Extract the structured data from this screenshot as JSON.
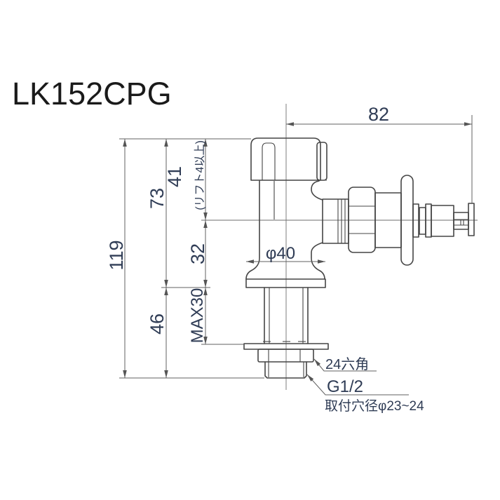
{
  "title": "LK152CPG",
  "drawing": {
    "type": "technical-dimension-drawing",
    "part": "single-lever self-closing faucet, side view",
    "dimensions": {
      "total_height": "119",
      "height_above_counter": "73",
      "height_below_counter": "46",
      "handle_lift": "41",
      "handle_lift_note": "(リフト4以上)",
      "spout_center_height": "32",
      "max_counter_thickness": "MAX30",
      "spout_length": "82",
      "base_diameter": "φ40"
    },
    "labels": {
      "hex_nut": "24六角",
      "thread": "G1/2",
      "hole_note": "取付穴径φ23~24"
    },
    "colors": {
      "outline": "#454545",
      "dimension_line": "#606060",
      "dimension_text": "#2f3c55",
      "title_text": "#1a1a1a",
      "background": "#ffffff"
    }
  }
}
